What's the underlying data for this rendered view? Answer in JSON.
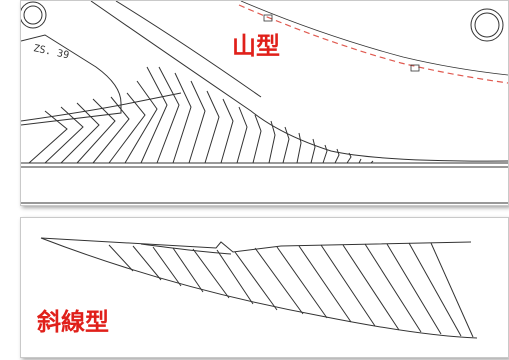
{
  "panels": {
    "top": {
      "label": "山型",
      "drawing_code": "ZS. 39"
    },
    "bottom": {
      "label": "斜線型"
    }
  },
  "colors": {
    "label": "#e0201a",
    "line": "#333333",
    "dashed_line": "#e05a50"
  }
}
